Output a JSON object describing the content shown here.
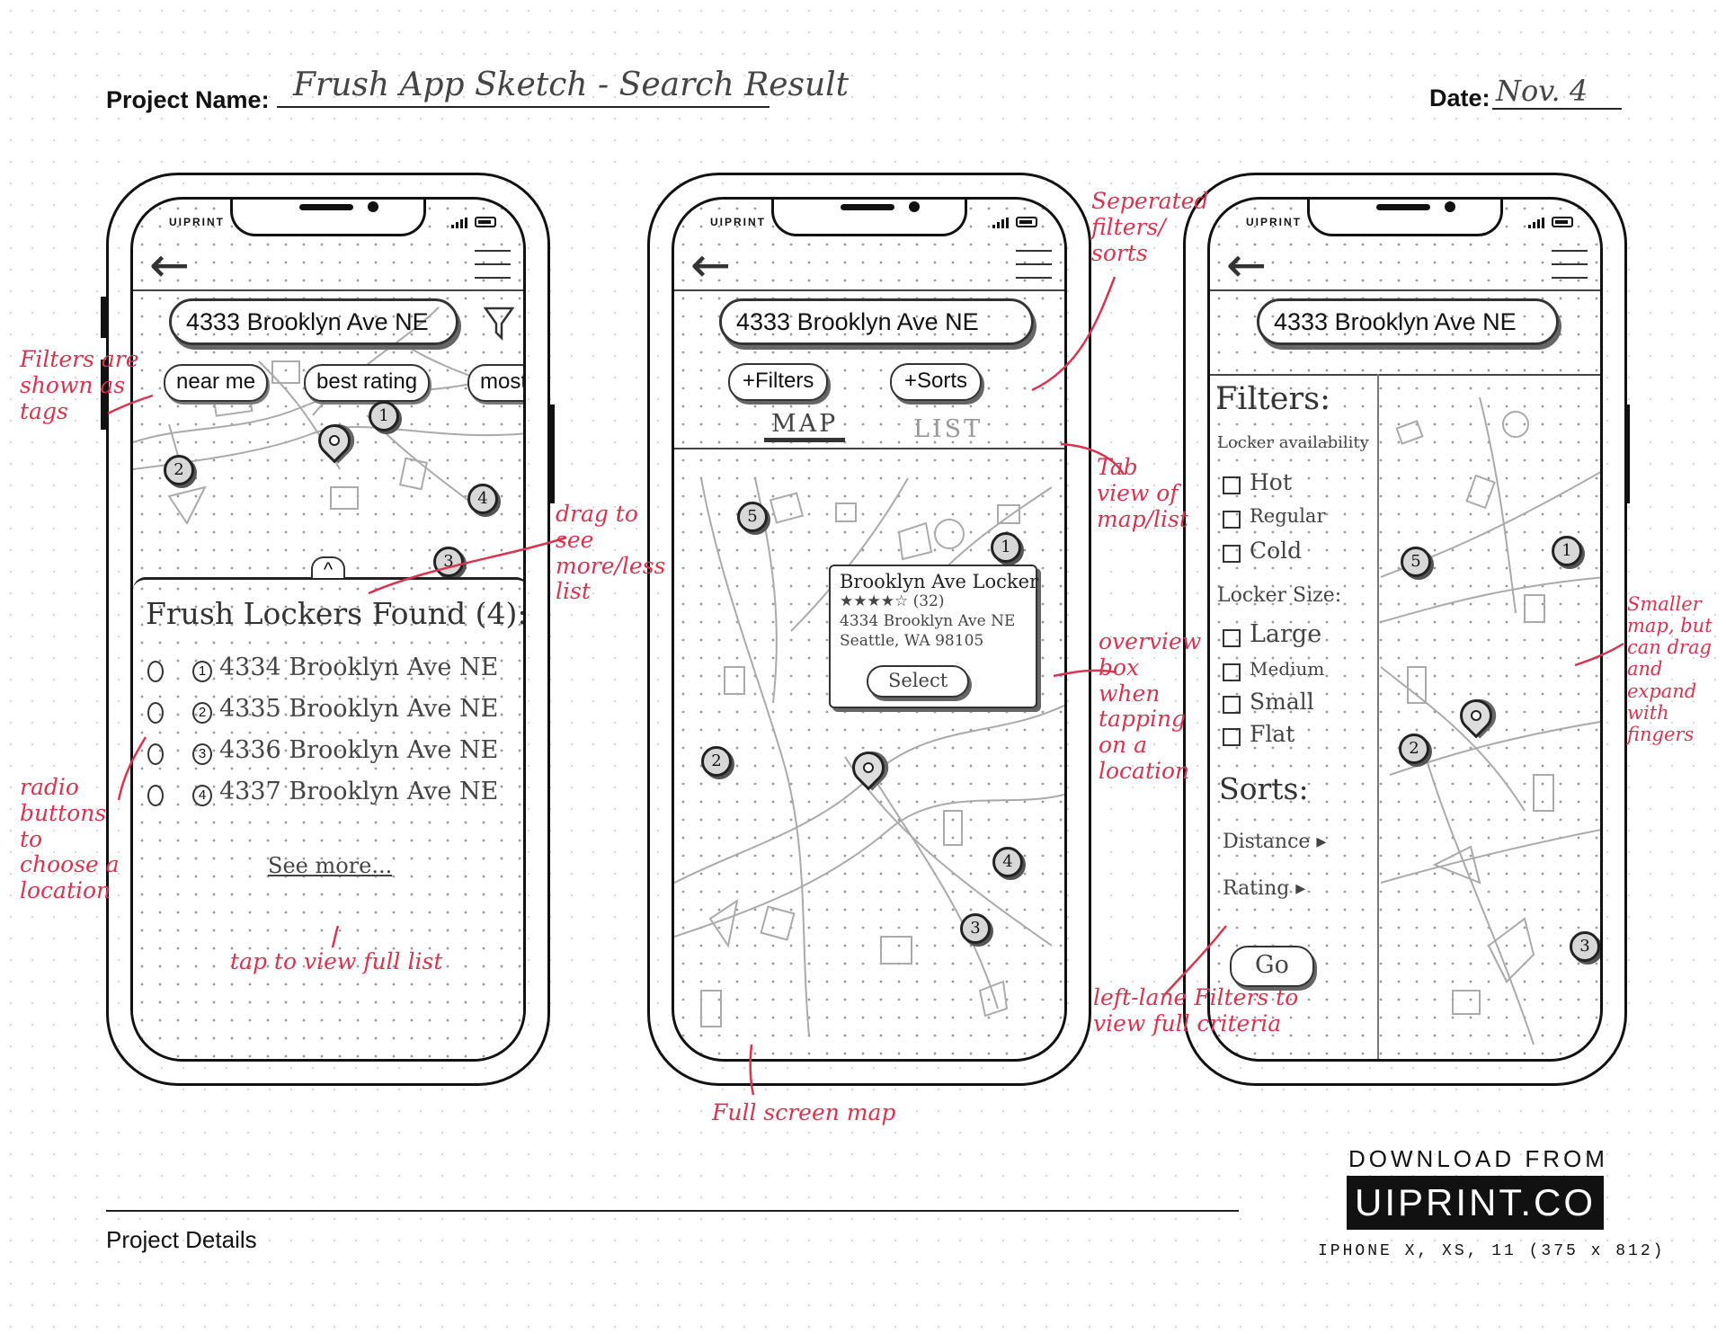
{
  "header": {
    "project_label": "Project Name:",
    "project_name": "Frush App Sketch - Search Result",
    "date_label": "Date:",
    "date": "Nov. 4"
  },
  "phone": {
    "brand": "UIPRINT",
    "search_query": "4333 Brooklyn Ave NE"
  },
  "screen1": {
    "tags": [
      "near me",
      "best rating",
      "most"
    ],
    "list_title": "Frush Lockers Found (4):",
    "items": [
      {
        "num": "1",
        "address": "4334 Brooklyn Ave NE"
      },
      {
        "num": "2",
        "address": "4335 Brooklyn Ave NE"
      },
      {
        "num": "3",
        "address": "4336 Brooklyn Ave NE"
      },
      {
        "num": "4",
        "address": "4337 Brooklyn Ave NE"
      }
    ],
    "see_more": "See more..."
  },
  "screen2": {
    "filters_btn": "+Filters",
    "sorts_btn": "+Sorts",
    "tab_map": "MAP",
    "tab_list": "LIST",
    "popup": {
      "name": "Brooklyn Ave Locker",
      "rating": "★★★★☆ (32)",
      "address": "4334 Brooklyn Ave NE",
      "city": "Seattle, WA 98105",
      "select": "Select"
    }
  },
  "screen3": {
    "filters_title": "Filters:",
    "availability_label": "Locker availability",
    "availability": [
      "Hot",
      "Regular",
      "Cold"
    ],
    "size_label": "Locker Size:",
    "sizes": [
      "Large",
      "Medium",
      "Small",
      "Flat"
    ],
    "sorts_title": "Sorts:",
    "sorts": [
      "Distance ▸",
      "Rating ▸"
    ],
    "go": "Go"
  },
  "notes": {
    "filters_tags": "Filters are shown as tags",
    "drag": "drag to see more/less list",
    "radio": "radio buttons to choose a location",
    "tap_full": "tap to view full list",
    "separated": "Seperated filters/ sorts",
    "tab": "Tab view of map/list",
    "overview": "overview box when tapping on a location",
    "fullscreen": "Full screen map",
    "leftlane": "left-lane Filters to view full criteria",
    "smaller": "Smaller map, but can drag and expand with fingers"
  },
  "footer": {
    "download": "DOWNLOAD FROM",
    "site": "UIPRINT.CO",
    "device": "IPHONE X, XS, 11 (375 x 812)",
    "details": "Project Details"
  }
}
